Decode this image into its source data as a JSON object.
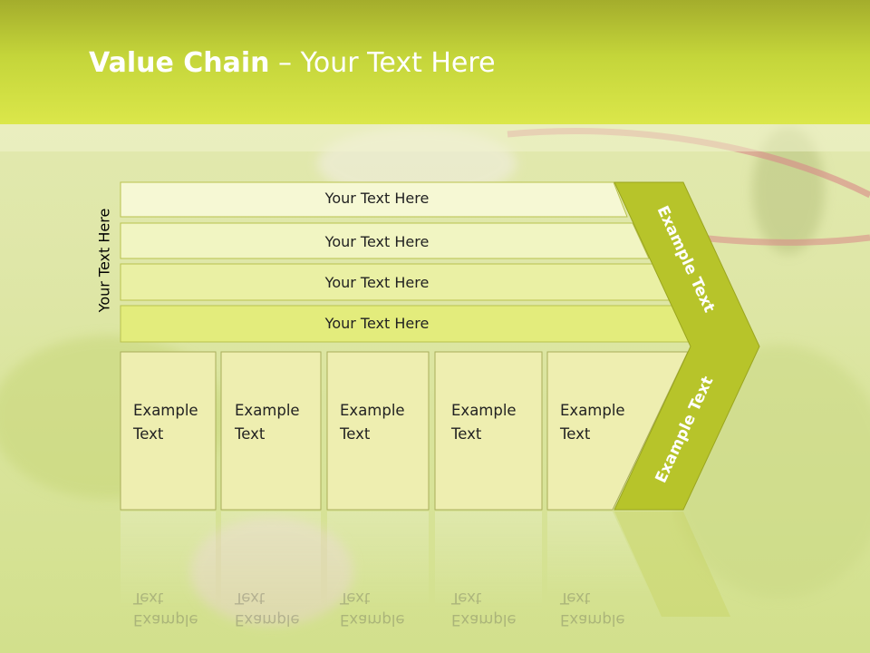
{
  "slide": {
    "title_bold": "Value Chain",
    "title_rest": " – Your Text Here",
    "side_label": "Your Text Here"
  },
  "bars": [
    "Your Text Here",
    "Your Text Here",
    "Your Text Here",
    "Your Text Here"
  ],
  "boxes": [
    [
      "Example",
      "Text"
    ],
    [
      "Example",
      "Text"
    ],
    [
      "Example",
      "Text"
    ],
    [
      "Example",
      "Text"
    ],
    [
      "Example",
      "Text"
    ]
  ],
  "chevron": {
    "upper": "Example Text",
    "lower": "Example Text"
  },
  "colors": {
    "header": "#cbd83e",
    "bar_1": "#f6f8d4",
    "bar_4": "#e3ec7c",
    "box": "#eeeeb0",
    "chevron": "#b7c42a"
  }
}
